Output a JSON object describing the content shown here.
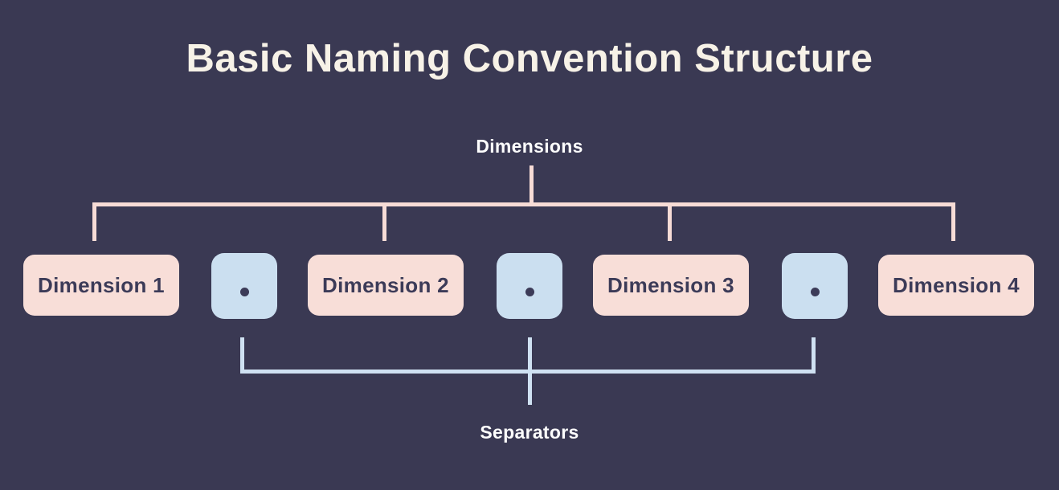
{
  "title": "Basic Naming Convention Structure",
  "labels": {
    "dimensions": "Dimensions",
    "separators": "Separators"
  },
  "nodes": [
    {
      "type": "dimension",
      "label": "Dimension 1"
    },
    {
      "type": "separator",
      "label": "."
    },
    {
      "type": "dimension",
      "label": "Dimension 2"
    },
    {
      "type": "separator",
      "label": "."
    },
    {
      "type": "dimension",
      "label": "Dimension 3"
    },
    {
      "type": "separator",
      "label": "."
    },
    {
      "type": "dimension",
      "label": "Dimension 4"
    }
  ],
  "colors": {
    "background": "#3a3953",
    "dimension_box_fill": "#f8ded8",
    "separator_box_fill": "#cbdff0",
    "dimension_connector": "#f7dcd6",
    "separator_connector": "#cfe1f2",
    "box_text": "#3c3b58",
    "title_text": "#f7f2e7",
    "label_text": "#fdfdfd"
  }
}
